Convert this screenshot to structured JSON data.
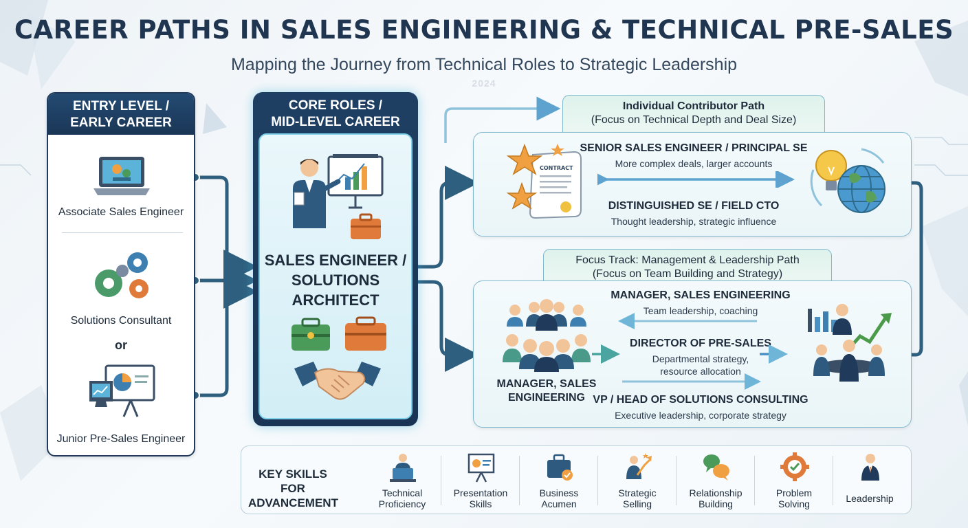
{
  "title": "CAREER PATHS IN SALES ENGINEERING & TECHNICAL PRE-SALES",
  "subtitle": "Mapping the Journey from Technical Roles to Strategic Leadership",
  "year": "2024",
  "entry": {
    "header_line1": "ENTRY LEVEL /",
    "header_line2": "EARLY CAREER",
    "roles": [
      "Associate Sales Engineer",
      "Solutions Consultant",
      "Junior Pre-Sales Engineer"
    ],
    "or_label": "or"
  },
  "core": {
    "header_line1": "CORE ROLES /",
    "header_line2": "MID-LEVEL CAREER",
    "title_line1": "SALES ENGINEER /",
    "title_line2": "SOLUTIONS",
    "title_line3": "ARCHITECT"
  },
  "ic_path": {
    "tab_line1": "Individual Contributor Path",
    "tab_line2": "(Focus on Technical Depth and Deal Size)",
    "contract_label": "CONTRACT",
    "roles": [
      {
        "name": "SENIOR SALES ENGINEER / PRINCIPAL SE",
        "desc": "More complex deals, larger accounts"
      },
      {
        "name": "DISTINGUISHED SE / FIELD CTO",
        "desc": "Thought leadership, strategic influence"
      }
    ]
  },
  "mgmt_path": {
    "tab_line1": "Focus Track: Management & Leadership Path",
    "tab_line2": "(Focus on Team Building and Strategy)",
    "team_label_line1": "MANAGER, SALES",
    "team_label_line2": "ENGINEERING",
    "roles": [
      {
        "name": "MANAGER, SALES ENGINEERING",
        "desc_line1": "Team leadership, coaching",
        "desc_line2": ""
      },
      {
        "name": "DIRECTOR OF PRE-SALES",
        "desc_line1": "Departmental strategy,",
        "desc_line2": "resource allocation"
      },
      {
        "name": "VP / HEAD OF SOLUTIONS CONSULTING",
        "desc_line1": "Executive leadership, corporate strategy",
        "desc_line2": ""
      }
    ]
  },
  "skills": {
    "title_line1": "KEY SKILLS",
    "title_line2": "FOR ADVANCEMENT",
    "items": [
      {
        "line1": "Technical",
        "line2": "Proficiency",
        "icon": "laptop-person-icon"
      },
      {
        "line1": "Presentation",
        "line2": "Skills",
        "icon": "presentation-board-icon"
      },
      {
        "line1": "Business",
        "line2": "Acumen",
        "icon": "briefcase-check-icon"
      },
      {
        "line1": "Strategic",
        "line2": "Selling",
        "icon": "person-growth-icon"
      },
      {
        "line1": "Relationship",
        "line2": "Building",
        "icon": "speech-bubbles-icon"
      },
      {
        "line1": "Problem",
        "line2": "Solving",
        "icon": "gear-check-icon"
      },
      {
        "line1": "Leadership",
        "line2": "",
        "icon": "leader-icon"
      }
    ]
  },
  "colors": {
    "navy": "#1f3a5a",
    "teal": "#2f6b86",
    "accent_cyan": "#7fd2ea",
    "arrow_blue": "#4a90c2",
    "orange": "#f08a3c",
    "green": "#5aa05a"
  }
}
